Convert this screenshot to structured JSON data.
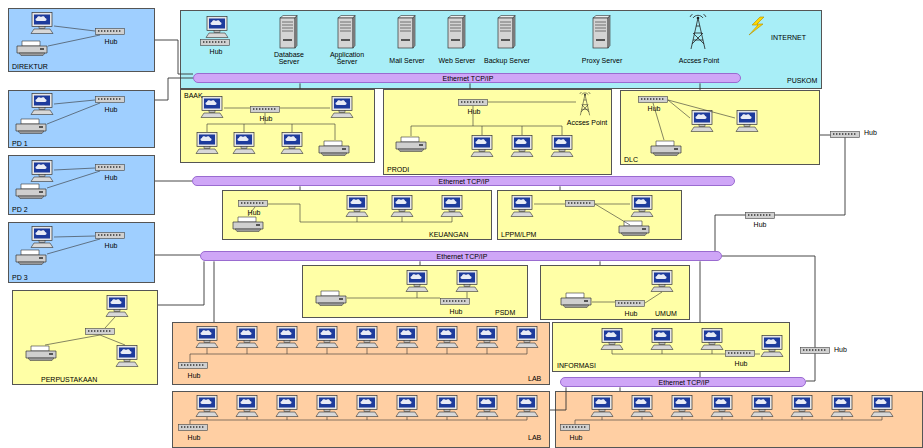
{
  "diagram": {
    "nodes": [
      {
        "text": [
          "Hub",
          "Database Server",
          "Application Server",
          "Mail Server",
          "Web Server",
          "Backup Server",
          "Proxy Server",
          "Accses Point",
          "INTERNET",
          "PUSKOM"
        ]
      },
      {
        "text": [
          "Ethernet TCP/IP"
        ],
        "in": 0
      },
      {
        "text": [
          "Hub",
          "DIREKTUR"
        ]
      },
      {
        "text": [
          "Hub",
          "PD 1"
        ]
      },
      {
        "text": [
          "Hub",
          "PD 2"
        ]
      },
      {
        "text": [
          "Hub",
          "PD 3"
        ]
      },
      {
        "text": [
          "BAAK",
          "Hub"
        ]
      },
      {
        "text": [
          "Hub",
          "Accses Point",
          "PRODI"
        ]
      },
      {
        "text": [
          "Hub",
          "DLC"
        ]
      },
      {
        "text": [
          "Ethernet TCP/IP"
        ]
      },
      {
        "text": [
          "Hub",
          "KEUANGAN"
        ]
      },
      {
        "text": [
          "LPPM/LPM"
        ]
      },
      {
        "text": [
          "Ethernet TCP/IP"
        ]
      },
      {
        "text": [
          "Hub",
          "PSDM"
        ]
      },
      {
        "text": [
          "Hub",
          "UMUM"
        ]
      },
      {
        "text": [
          "PERPUSTAKAAN"
        ]
      },
      {
        "text": [
          "Hub",
          "LAB"
        ]
      },
      {
        "text": [
          "INFORMASI",
          "Hub"
        ]
      },
      {
        "text": [
          "Ethernet TCP/IP"
        ]
      },
      {
        "text": [
          "Hub",
          "LAB"
        ]
      },
      {
        "text": [
          "Hub"
        ]
      }
    ],
    "edges": [
      {
        "from": 2,
        "to": 1,
        "arrow": "none"
      },
      {
        "from": 3,
        "to": 1,
        "arrow": "none"
      },
      {
        "from": 4,
        "to": 9,
        "arrow": "none"
      },
      {
        "from": 5,
        "to": 12,
        "arrow": "none"
      },
      {
        "from": 1,
        "to": 6,
        "arrow": "none"
      },
      {
        "from": 1,
        "to": 7,
        "arrow": "none"
      },
      {
        "from": 1,
        "to": 8,
        "arrow": "none"
      },
      {
        "from": 9,
        "to": 10,
        "arrow": "none"
      },
      {
        "from": 9,
        "to": 11,
        "arrow": "none"
      },
      {
        "from": 12,
        "to": 13,
        "arrow": "none"
      },
      {
        "from": 12,
        "to": 14,
        "arrow": "none"
      },
      {
        "from": 12,
        "to": 15,
        "arrow": "none"
      },
      {
        "from": 12,
        "to": 16,
        "arrow": "none"
      },
      {
        "from": 12,
        "to": 17,
        "arrow": "none"
      },
      {
        "from": 12,
        "to": 18,
        "arrow": "none"
      },
      {
        "from": 18,
        "to": 19,
        "arrow": "none"
      },
      {
        "from": 18,
        "to": 20,
        "arrow": "none"
      },
      {
        "from": 17,
        "to": 18,
        "arrow": "none"
      },
      {
        "from": 8,
        "to": 12,
        "arrow": "none"
      }
    ],
    "labels": [
      "Hub",
      "Hub",
      "Hub"
    ]
  }
}
